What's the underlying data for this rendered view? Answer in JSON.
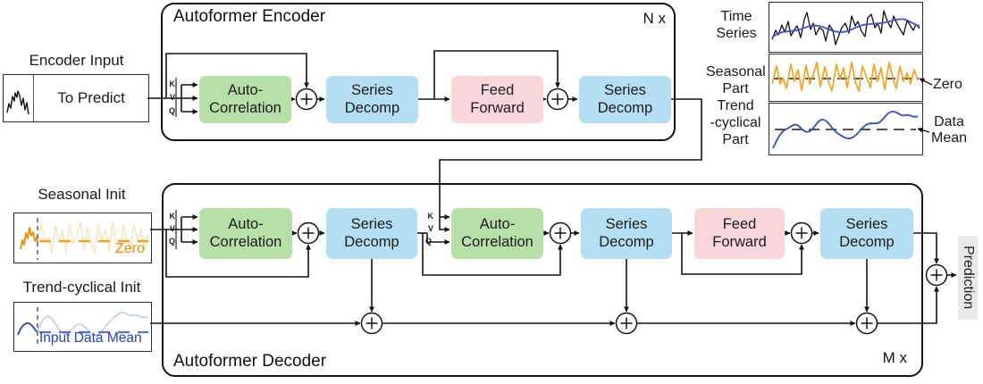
{
  "encoder_input": {
    "label": "Encoder Input",
    "value": "To Predict"
  },
  "encoder": {
    "title": "Autoformer Encoder",
    "repeat": "N x"
  },
  "decoder": {
    "title": "Autoformer Decoder",
    "repeat": "M x"
  },
  "blocks": {
    "auto_correlation": [
      "Auto-",
      "Correlation"
    ],
    "series_decomp": [
      "Series",
      "Decomp"
    ],
    "feed_forward": [
      "Feed",
      "Forward"
    ]
  },
  "kvq": [
    "K",
    "V",
    "Q"
  ],
  "side_panel": {
    "time_series_label": [
      "Time",
      "Series"
    ],
    "seasonal_label": [
      "Seasonal",
      "Part"
    ],
    "trend_label": [
      "Trend",
      "-cyclical",
      "Part"
    ],
    "zero_annotation": "Zero",
    "mean_annotation": [
      "Data",
      "Mean"
    ]
  },
  "seasonal_init": {
    "label": "Seasonal Init",
    "annotation": "Zero"
  },
  "trend_init": {
    "label": "Trend-cyclical Init",
    "annotation": "Input Data Mean"
  },
  "prediction_label": "Prediction",
  "colors": {
    "auto_correlation": "#b7dfa8",
    "series_decomp": "#b4def2",
    "feed_forward": "#f8d6d9",
    "seasonal_orange": "#f5a31c",
    "trend_blue": "#3a53c5",
    "annotation_navy": "#2542c2",
    "prediction_bg": "#e9e9e9"
  }
}
